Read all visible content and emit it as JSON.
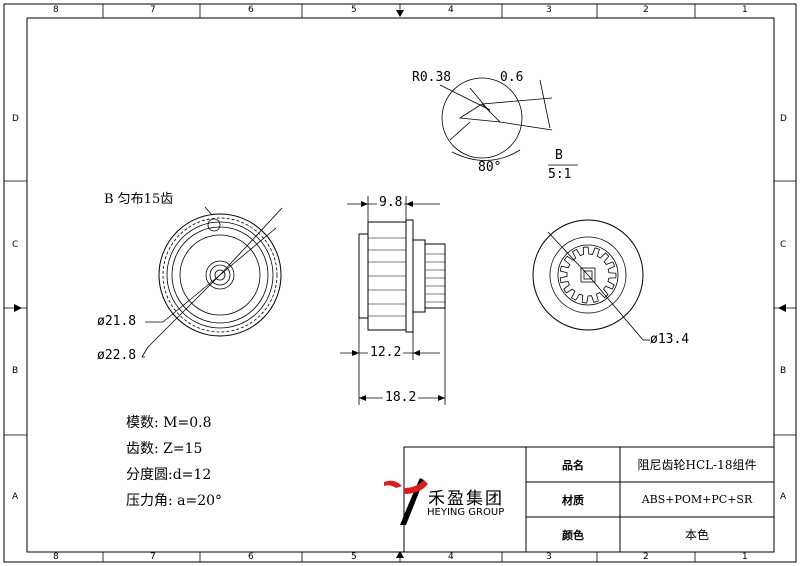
{
  "border": {
    "top_cols": [
      "8",
      "7",
      "6",
      "5",
      "4",
      "3",
      "2",
      "1"
    ],
    "bottom_cols": [
      "8",
      "7",
      "6",
      "5",
      "4",
      "3",
      "2",
      "1"
    ],
    "left_rows": [
      "D",
      "C",
      "B",
      "A"
    ],
    "right_rows": [
      "D",
      "C",
      "B",
      "A"
    ]
  },
  "detail": {
    "radius": "R0.38",
    "thickness": "0.6",
    "angle": "80°",
    "view_letter": "B",
    "view_scale": "5:1"
  },
  "front_view": {
    "note": "B 匀布15齿",
    "dia_inner": "ø21.8",
    "dia_outer": "ø22.8"
  },
  "side_view": {
    "width_top": "9.8",
    "width_mid": "12.2",
    "width_total": "18.2"
  },
  "right_view": {
    "dia": "ø13.4"
  },
  "params": [
    "模数: M=0.8",
    "齿数: Z=15",
    "分度圆:d=12",
    "压力角: a=20°"
  ],
  "title_block": {
    "logo_cn": "禾盈集团",
    "logo_en": "HEYING GROUP",
    "rows": [
      {
        "label": "品名",
        "value": "阻尼齿轮HCL-18组件"
      },
      {
        "label": "材质",
        "value": "ABS+POM+PC+SR"
      },
      {
        "label": "颜色",
        "value": "本色"
      }
    ]
  },
  "colors": {
    "line": "#000000",
    "logo_red": "#d6201f"
  }
}
